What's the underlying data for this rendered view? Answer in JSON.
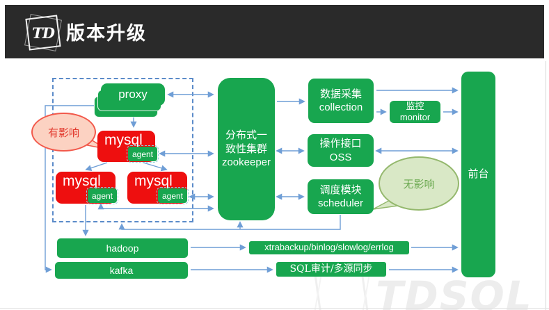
{
  "header": {
    "logo": "TD",
    "title": "版本升级"
  },
  "callouts": {
    "impacted": "有影响",
    "not_impacted": "无影响"
  },
  "nodes": {
    "proxy": "proxy",
    "mysql": "mysql",
    "agent": "agent",
    "zookeeper": {
      "line1": "分布式一",
      "line2": "致性集群",
      "line3": "zookeeper"
    },
    "collection": {
      "line1": "数据采集",
      "line2": "collection"
    },
    "monitor": {
      "line1": "监控",
      "line2": "monitor"
    },
    "oss": {
      "line1": "操作接口",
      "line2": "OSS"
    },
    "scheduler": {
      "line1": "调度模块",
      "line2": "scheduler"
    },
    "frontend": "前台",
    "hadoop": "hadoop",
    "kafka": "kafka",
    "logs": "xtrabackup/binlog/slowlog/errlog",
    "sql_audit": "SQL审计/多源同步"
  },
  "watermark": "TDSQL",
  "colors": {
    "node_green": "#18a64f",
    "node_red": "#ee0f0f",
    "connector_blue": "#6f9ed6",
    "cluster_dash_blue": "#5b8bc9",
    "header_bg": "#2a2a2a",
    "impacted_fill": "#fcd2c2",
    "impacted_border": "#f2594b",
    "impacted_text": "#e23a2e",
    "not_impacted_fill": "#d9e8c6",
    "not_impacted_border": "#94b86d",
    "not_impacted_text": "#6aa84f"
  }
}
